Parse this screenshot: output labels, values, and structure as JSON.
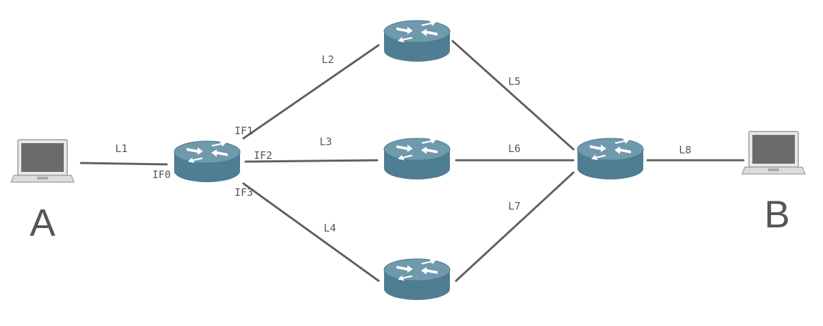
{
  "colors": {
    "link": "#5f5f5f",
    "router_top": "#6f99ac",
    "router_side": "#4f7d92",
    "router_edge": "#3f6b80",
    "label": "#555555"
  },
  "hosts": {
    "a": {
      "label": "A",
      "icon": "laptop-icon"
    },
    "b": {
      "label": "B",
      "icon": "laptop-icon"
    }
  },
  "routers": [
    {
      "id": "r1",
      "icon": "router-icon"
    },
    {
      "id": "r2",
      "icon": "router-icon"
    },
    {
      "id": "r3",
      "icon": "router-icon"
    },
    {
      "id": "r4",
      "icon": "router-icon"
    },
    {
      "id": "r5",
      "icon": "router-icon"
    }
  ],
  "links": [
    "L1",
    "L2",
    "L3",
    "L4",
    "L5",
    "L6",
    "L7",
    "L8"
  ],
  "interfaces": [
    "IF0",
    "IF1",
    "IF2",
    "IF3"
  ]
}
